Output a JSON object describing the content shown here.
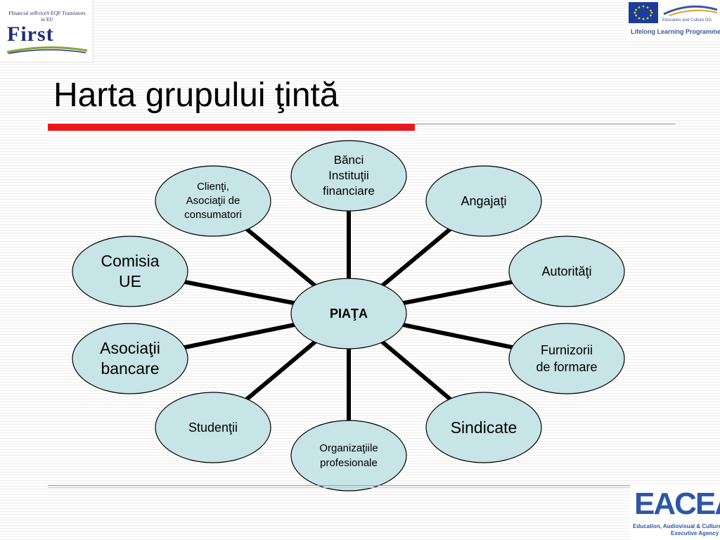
{
  "logos": {
    "first_tagline_html": "FInancial seRviceS EQF Translators in EU",
    "first_tagline_line1": "FInancial seRviceS EQF Translators",
    "first_tagline_line2": "in EU",
    "first_word": "First",
    "eu_dg": "Education and Culture DG",
    "eu_programme": "Lifelong Learning Programme",
    "eacea_mark": "EACEA",
    "eacea_line1": "Education, Audiovisual & Culture",
    "eacea_line2": "Executive Agency"
  },
  "title": "Harta grupului ţintă",
  "colors": {
    "node_fill": "#c7e4e6",
    "node_stroke": "#000000",
    "connector": "#000000",
    "title_rule": "#e8191c"
  },
  "diagram": {
    "center": {
      "label": "PIAŢA"
    },
    "nodes": {
      "banci": {
        "label": "Bănci Instituţii financiare",
        "line1": "Bănci",
        "line2": "Instituţii",
        "line3": "financiare"
      },
      "clienti": {
        "line1": "Clienţi,",
        "line2": "Asociaţii de",
        "line3": "consumatori"
      },
      "angajati": {
        "label": "Angajaţi"
      },
      "comisia": {
        "line1": "Comisia",
        "line2": "UE"
      },
      "autoritati": {
        "label": "Autorităţi"
      },
      "asociatii_bancare": {
        "line1": "Asociaţii",
        "line2": "bancare"
      },
      "furnizori": {
        "line1": "Furnizorii",
        "line2": "de formare"
      },
      "studenti": {
        "label": "Studenţii"
      },
      "sindicate": {
        "label": "Sindicate"
      },
      "organizatii": {
        "line1": "Organizaţiile",
        "line2": "profesionale"
      }
    }
  }
}
